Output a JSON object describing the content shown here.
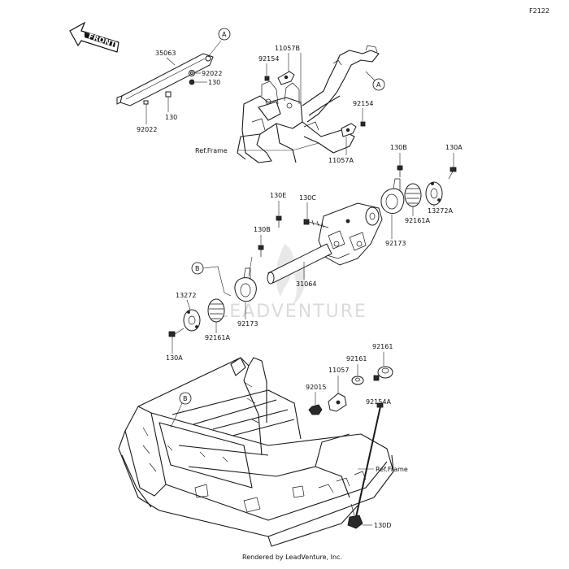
{
  "diagram": {
    "figure_code": "F2122",
    "front_label": "FRONT",
    "watermark": "LEADVENTURE",
    "footer": "Rendered by LeadVenture, Inc.",
    "ref_frame_label": "Ref.Frame",
    "callouts": {
      "a": "A",
      "b": "B"
    },
    "parts": {
      "p35063": "35063",
      "p92022_top": "92022",
      "p130_top": "130",
      "p92022_bottom": "92022",
      "p130_bottom": "130",
      "p11057B": "11057B",
      "p92154_left": "92154",
      "p92154_right": "92154",
      "p11057A": "11057A",
      "p130B_right": "130B",
      "p130A_right": "130A",
      "p130E": "130E",
      "p130C": "130C",
      "p130B_left": "130B",
      "p13272A": "13272A",
      "p92161A_right": "92161A",
      "p92173_right": "92173",
      "p31064": "31064",
      "p13272": "13272",
      "p92161A_left": "92161A",
      "p92173_left": "92173",
      "p130A_left": "130A",
      "p92161_top": "92161",
      "p92161": "92161",
      "p11057": "11057",
      "p92015": "92015",
      "p92154A": "92154A",
      "p130D": "130D"
    }
  }
}
